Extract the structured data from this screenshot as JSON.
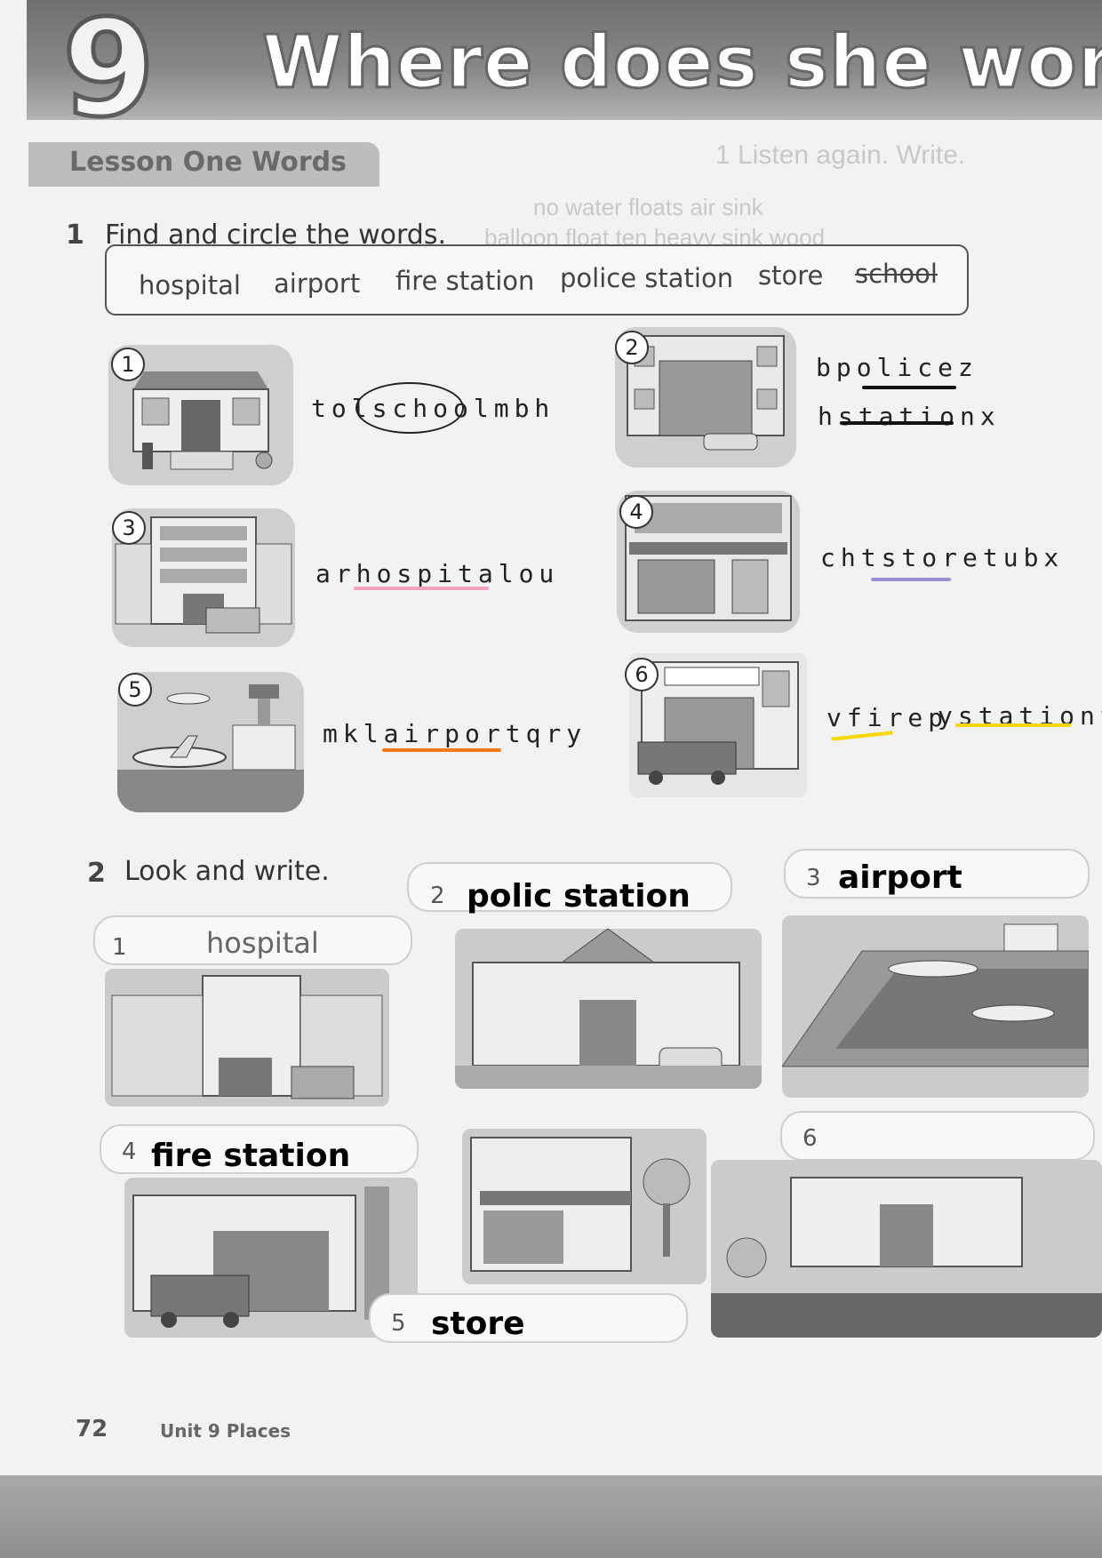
{
  "header": {
    "unit_number": "9",
    "title": "Where does she work?",
    "lesson": "Lesson One  Words"
  },
  "ghost": {
    "heading": "1  Listen again. Write.",
    "row1": "no     water     floats     air     sink",
    "row2": "balloon     float     ten     heavy     sink     wood"
  },
  "exercise1": {
    "number": "1",
    "instruction": "Find and circle the words.",
    "words": [
      "hospital",
      "airport",
      "fire station",
      "police station",
      "store",
      "school"
    ],
    "items": [
      {
        "badge": "1",
        "puzzle": "tolschoolmbh"
      },
      {
        "badge": "2",
        "puzzle_line1": "bpolicez",
        "puzzle_line2": "hstationx"
      },
      {
        "badge": "3",
        "puzzle": "arhospitalou"
      },
      {
        "badge": "4",
        "puzzle": "chtstoretubx"
      },
      {
        "badge": "5",
        "puzzle": "mklairportqry"
      },
      {
        "badge": "6",
        "puzzle_a": "vfirep",
        "puzzle_b": "ystationt"
      }
    ],
    "colors": {
      "pink": "#f4a0c0",
      "black": "#111111",
      "purple": "#9b8fd6",
      "orange": "#f07a1a",
      "yellow": "#f5d800"
    }
  },
  "exercise2": {
    "number": "2",
    "instruction": "Look and write.",
    "answers": [
      {
        "n": "1",
        "text": "hospital"
      },
      {
        "n": "2",
        "text": "polic station"
      },
      {
        "n": "3",
        "text": "airport"
      },
      {
        "n": "4",
        "text": "fire station"
      },
      {
        "n": "5",
        "text": "store"
      },
      {
        "n": "6",
        "text": ""
      }
    ]
  },
  "footer": {
    "page": "72",
    "unit": "Unit 9    Places"
  }
}
